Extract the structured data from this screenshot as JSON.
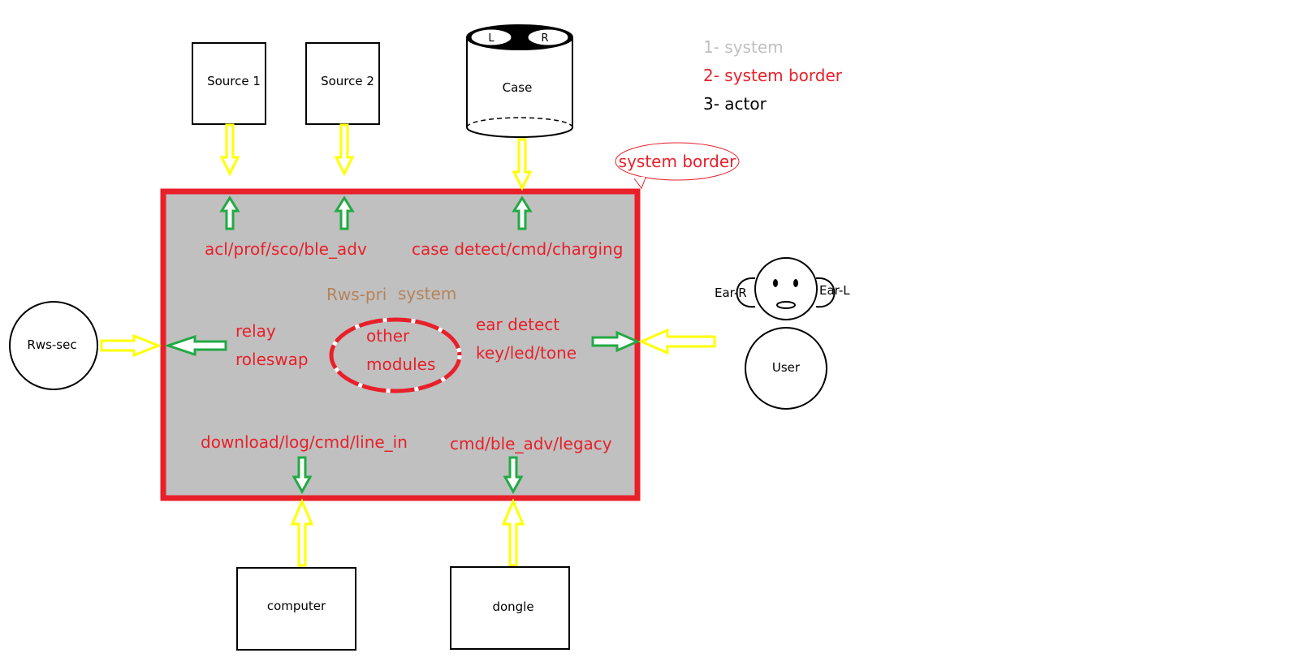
{
  "legend": {
    "item1": "1- system",
    "item2": "2- system border",
    "item3": "3- actor"
  },
  "colors": {
    "system_fill": "#c0c0c0",
    "border_red": "#e8202a",
    "arrow_yellow": "#ffff00",
    "arrow_green": "#22aa44",
    "legend_gray": "#c0c0c0",
    "label_brown": "#b5835a"
  },
  "callout": "system border",
  "system": {
    "title_part1": "Rws-pri",
    "title_part2": "system",
    "top_left_label": "acl/prof/sco/ble_adv",
    "top_right_label": "case detect/cmd/charging",
    "left_label_1": "relay",
    "left_label_2": "roleswap",
    "center_label_1": "other",
    "center_label_2": "modules",
    "right_label_1": "ear detect",
    "right_label_2": "key/led/tone",
    "bottom_left_label": "download/log/cmd/line_in",
    "bottom_right_label": "cmd/ble_adv/legacy"
  },
  "actors": {
    "source1": "Source 1",
    "source2": "Source 2",
    "case": "Case",
    "case_left": "L",
    "case_right": "R",
    "rws_sec": "Rws-sec",
    "user": "User",
    "ear_r": "Ear-R",
    "ear_l": "Ear-L",
    "computer": "computer",
    "dongle": "dongle"
  }
}
